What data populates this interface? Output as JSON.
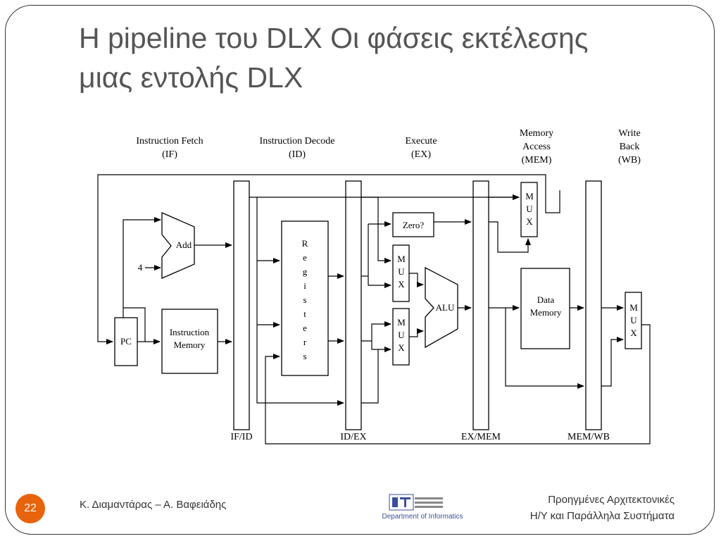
{
  "slide": {
    "title_line1": "Η pipeline του DLX Οι φάσεις εκτέλεσης",
    "title_line2": "μιας εντολής DLX",
    "slide_number": "22",
    "authors": "Κ. Διαμαντάρας – Α. Βαφειάδης",
    "course_line1": "Προηγμένες Αρχιτεκτονικές",
    "course_line2": "Η/Υ και Παράλληλα Συστήματα",
    "logo_text": "Department of Informatics",
    "accent_color": "#e8630c"
  },
  "diagram": {
    "stages": [
      {
        "name": "Instruction Fetch",
        "abbr": "(IF)"
      },
      {
        "name": "Instruction Decode",
        "abbr": "(ID)"
      },
      {
        "name": "Execute",
        "abbr": "(EX)"
      },
      {
        "name_lines": [
          "Memory",
          "Access"
        ],
        "abbr": "(MEM)"
      },
      {
        "name_lines": [
          "Write",
          "Back"
        ],
        "abbr": "(WB)"
      }
    ],
    "pipeline_registers": [
      "IF/ID",
      "ID/EX",
      "EX/MEM",
      "MEM/WB"
    ],
    "blocks": {
      "pc": "PC",
      "instruction_memory": [
        "Instruction",
        "Memory"
      ],
      "add": "Add",
      "four": "4",
      "registers": [
        "R",
        "e",
        "g",
        "i",
        "s",
        "t",
        "e",
        "r",
        "s"
      ],
      "zero": "Zero?",
      "alu": "ALU",
      "data_memory": [
        "Data",
        "Memory"
      ],
      "mux": [
        "M",
        "U",
        "X"
      ]
    }
  }
}
